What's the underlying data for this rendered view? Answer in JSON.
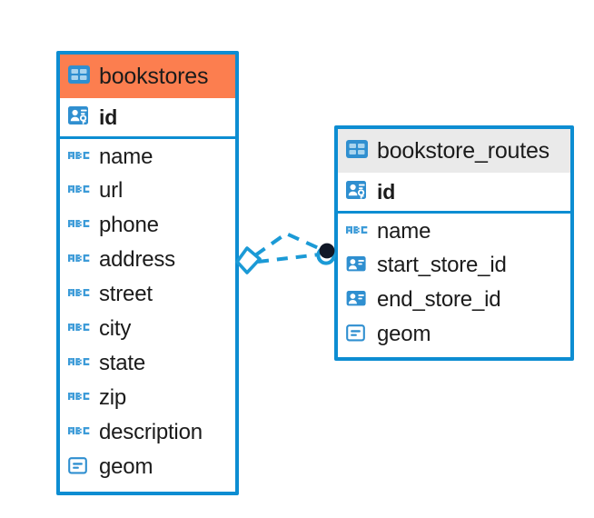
{
  "diagram": {
    "type": "entity-relationship-diagram",
    "background_color": "#ffffff",
    "accent_color": "#0d8dd2",
    "highlight_color": "#fc7e4f"
  },
  "entities": [
    {
      "name": "bookstores",
      "header_icon": "table-icon",
      "header_color": "#fc7e4f",
      "fields": [
        {
          "label": "id",
          "icon": "primary-key-icon",
          "type": "key"
        },
        {
          "label": "name",
          "icon": "text-abc-icon",
          "type": "text"
        },
        {
          "label": "url",
          "icon": "text-abc-icon",
          "type": "text"
        },
        {
          "label": "phone",
          "icon": "text-abc-icon",
          "type": "text"
        },
        {
          "label": "address",
          "icon": "text-abc-icon",
          "type": "text"
        },
        {
          "label": "street",
          "icon": "text-abc-icon",
          "type": "text"
        },
        {
          "label": "city",
          "icon": "text-abc-icon",
          "type": "text"
        },
        {
          "label": "state",
          "icon": "text-abc-icon",
          "type": "text"
        },
        {
          "label": "zip",
          "icon": "text-abc-icon",
          "type": "text"
        },
        {
          "label": "description",
          "icon": "text-abc-icon",
          "type": "text"
        },
        {
          "label": "geom",
          "icon": "geometry-icon",
          "type": "geometry"
        }
      ]
    },
    {
      "name": "bookstore_routes",
      "header_icon": "table-icon",
      "header_color": "#eaeaea",
      "fields": [
        {
          "label": "id",
          "icon": "primary-key-icon",
          "type": "key"
        },
        {
          "label": "name",
          "icon": "text-abc-icon",
          "type": "text"
        },
        {
          "label": "start_store_id",
          "icon": "foreign-key-icon",
          "type": "reference"
        },
        {
          "label": "end_store_id",
          "icon": "foreign-key-icon",
          "type": "reference"
        },
        {
          "label": "geom",
          "icon": "geometry-icon",
          "type": "geometry"
        }
      ]
    }
  ],
  "relationship": {
    "from_entity": "bookstores",
    "to_entity": "bookstore_routes",
    "from_marker": "diamond-marker",
    "to_marker": "filled-circle-marker",
    "line_style": "dashed",
    "line_color": "#1b9ad6"
  }
}
